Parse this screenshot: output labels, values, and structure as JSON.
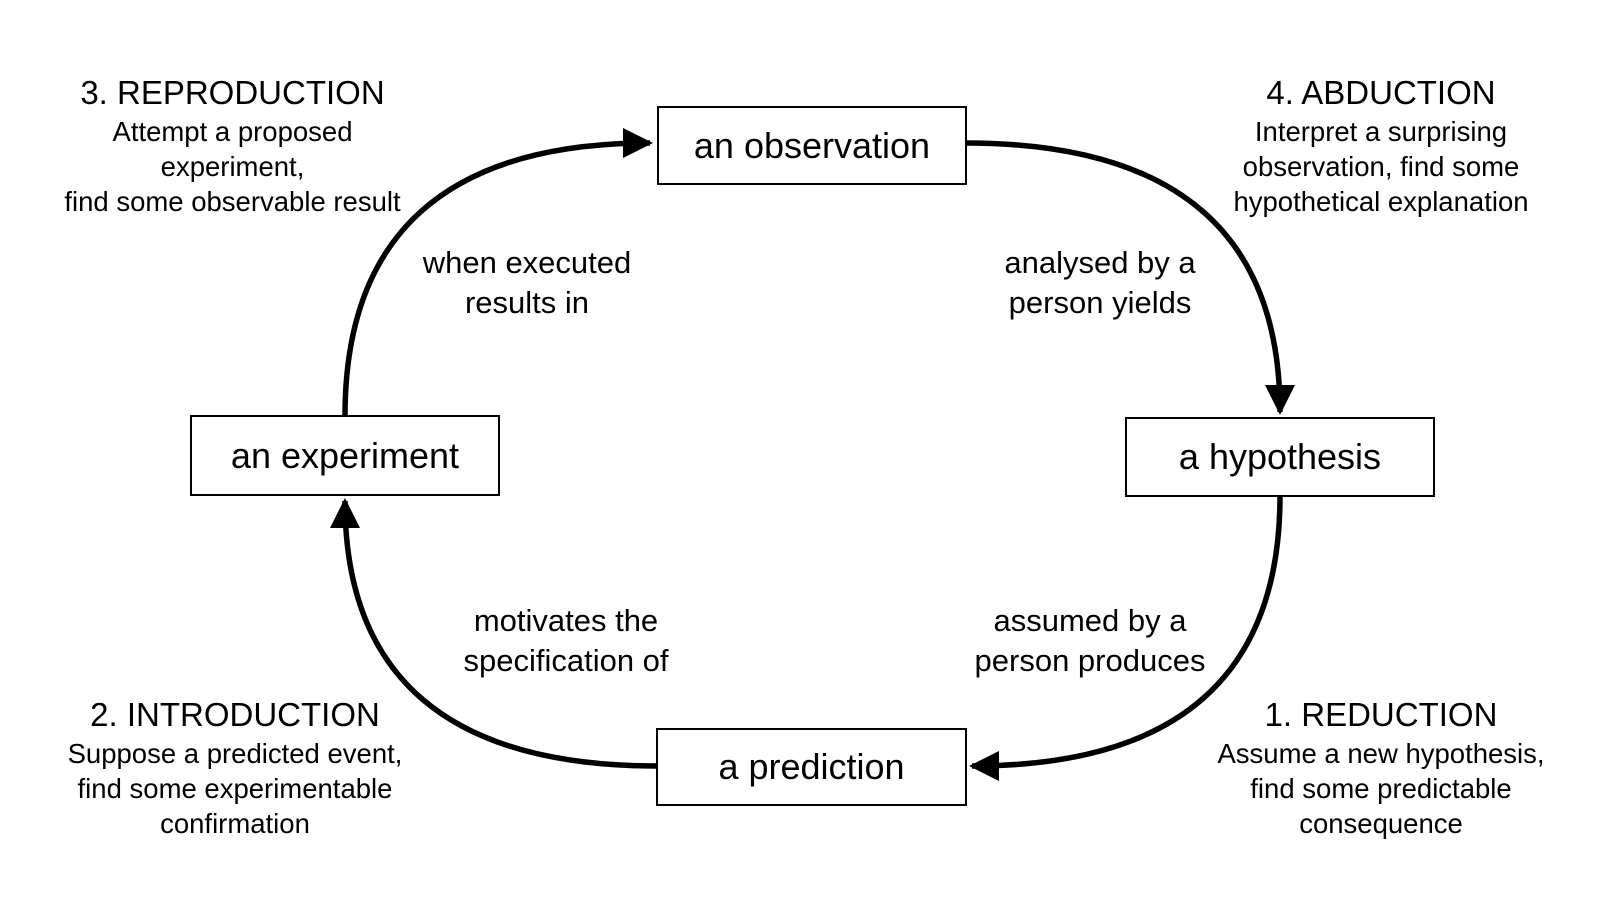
{
  "colors": {
    "background": "#ffffff",
    "ink": "#000000"
  },
  "nodes": [
    {
      "label": "an observation"
    },
    {
      "label": "a hypothesis"
    },
    {
      "label": "a prediction"
    },
    {
      "label": "an experiment"
    }
  ],
  "edges": [
    {
      "from": "an experiment",
      "to": "an observation",
      "label_lines": [
        "when executed",
        "results in"
      ]
    },
    {
      "from": "an observation",
      "to": "a hypothesis",
      "label_lines": [
        "analysed by a",
        "person yields"
      ]
    },
    {
      "from": "a hypothesis",
      "to": "a prediction",
      "label_lines": [
        "assumed by a",
        "person produces"
      ]
    },
    {
      "from": "a prediction",
      "to": "an experiment",
      "label_lines": [
        "motivates the",
        "specification of"
      ]
    }
  ],
  "corners": [
    {
      "title": "3. REPRODUCTION",
      "lines": [
        "Attempt a proposed",
        "experiment,",
        "find some observable result"
      ]
    },
    {
      "title": "4. ABDUCTION",
      "lines": [
        "Interpret a surprising",
        "observation, find some",
        "hypothetical explanation"
      ]
    },
    {
      "title": "2. INTRODUCTION",
      "lines": [
        "Suppose a predicted event,",
        "find some experimentable",
        "confirmation"
      ]
    },
    {
      "title": "1. REDUCTION",
      "lines": [
        "Assume a new hypothesis,",
        "find some predictable",
        "consequence"
      ]
    }
  ]
}
